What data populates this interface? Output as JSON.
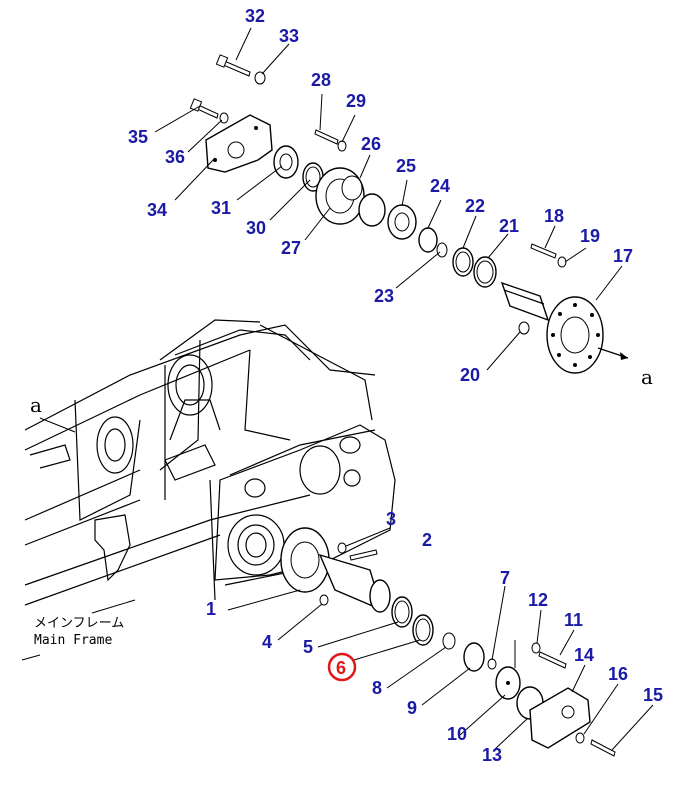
{
  "diagram": {
    "selected_part": "6",
    "selected_color": "#e01818",
    "callout_color": "#1a1aa6",
    "frame_label_jp": "メインフレーム",
    "frame_label_en": "Main Frame",
    "view_marker": "a",
    "parts": [
      {
        "id": "p32",
        "label": "32"
      },
      {
        "id": "p33",
        "label": "33"
      },
      {
        "id": "p35",
        "label": "35"
      },
      {
        "id": "p36",
        "label": "36"
      },
      {
        "id": "p34",
        "label": "34"
      },
      {
        "id": "p31",
        "label": "31"
      },
      {
        "id": "p28",
        "label": "28"
      },
      {
        "id": "p29",
        "label": "29"
      },
      {
        "id": "p26",
        "label": "26"
      },
      {
        "id": "p30",
        "label": "30"
      },
      {
        "id": "p27",
        "label": "27"
      },
      {
        "id": "p25",
        "label": "25"
      },
      {
        "id": "p24",
        "label": "24"
      },
      {
        "id": "p22",
        "label": "22"
      },
      {
        "id": "p21",
        "label": "21"
      },
      {
        "id": "p23",
        "label": "23"
      },
      {
        "id": "p18",
        "label": "18"
      },
      {
        "id": "p19",
        "label": "19"
      },
      {
        "id": "p17",
        "label": "17"
      },
      {
        "id": "p20",
        "label": "20"
      },
      {
        "id": "p3",
        "label": "3"
      },
      {
        "id": "p2",
        "label": "2"
      },
      {
        "id": "p1",
        "label": "1"
      },
      {
        "id": "p4",
        "label": "4"
      },
      {
        "id": "p5",
        "label": "5"
      },
      {
        "id": "p6",
        "label": "6"
      },
      {
        "id": "p7",
        "label": "7"
      },
      {
        "id": "p8",
        "label": "8"
      },
      {
        "id": "p9",
        "label": "9"
      },
      {
        "id": "p12",
        "label": "12"
      },
      {
        "id": "p11",
        "label": "11"
      },
      {
        "id": "p14",
        "label": "14"
      },
      {
        "id": "p16",
        "label": "16"
      },
      {
        "id": "p15",
        "label": "15"
      },
      {
        "id": "p10",
        "label": "10"
      },
      {
        "id": "p13",
        "label": "13"
      }
    ]
  }
}
